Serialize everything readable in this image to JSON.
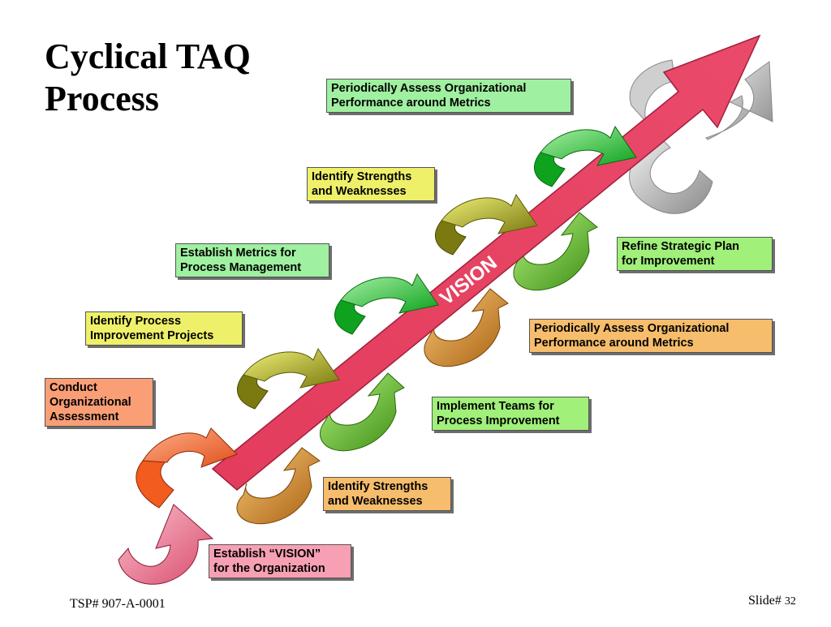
{
  "title_line1": "Cyclical TAQ",
  "title_line2": "Process",
  "arrow_label": "VISION",
  "steps": [
    {
      "text": "Establish “VISION”\nfor the Organization",
      "color": "#f8a0b3"
    },
    {
      "text": "Conduct\nOrganizational\nAssessment",
      "color": "#fa9e76"
    },
    {
      "text": "Identify Strengths\nand Weaknesses",
      "color": "#f6bd6c"
    },
    {
      "text": "Identify Process\nImprovement Projects",
      "color": "#eef06a"
    },
    {
      "text": "Implement Teams for\nProcess Improvement",
      "color": "#a0f07a"
    },
    {
      "text": "Establish Metrics for\nProcess Management",
      "color": "#9ff0a0"
    },
    {
      "text": "Periodically Assess Organizational\nPerformance around Metrics",
      "color": "#f6bd6c"
    },
    {
      "text": "Identify Strengths\nand Weaknesses",
      "color": "#eef06a"
    },
    {
      "text": "Refine Strategic Plan\nfor Improvement",
      "color": "#a0f07a"
    },
    {
      "text": "Periodically Assess Organizational\nPerformance around Metrics",
      "color": "#9ff0a0"
    }
  ],
  "footer_left": "TSP# 907-A-0001",
  "footer_right_label": "Slide#",
  "footer_right_number": "32",
  "colors": {
    "main_arrow": "#e8405e",
    "vision_text": "#ffffff",
    "pink": "#f8a0b3",
    "orange": "#fa9e76",
    "tan": "#f6bd6c",
    "yellow": "#eef06a",
    "lime": "#a0f07a",
    "green": "#9ff0a0",
    "gray": "#d8d8d8"
  }
}
